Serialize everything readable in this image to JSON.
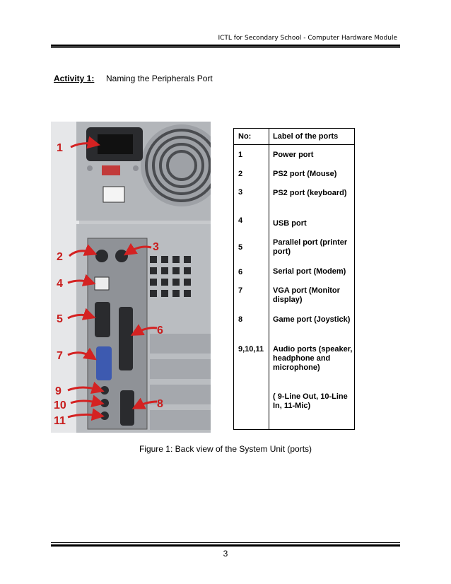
{
  "header": {
    "text": "ICTL for Secondary School -  Computer Hardware Module"
  },
  "activity": {
    "label": "Activity 1:",
    "title": "Naming  the Peripherals Port"
  },
  "table": {
    "col_no": "No:",
    "col_label": "Label of the ports",
    "rows": [
      {
        "no": "1",
        "label": "Power port"
      },
      {
        "no": "2",
        "label": "PS2 port (Mouse)"
      },
      {
        "no": "3",
        "label": " PS2 port (keyboard)"
      },
      {
        "no": "4",
        "label": " USB port"
      },
      {
        "no": "5",
        "label": "Parallel port (printer port)"
      },
      {
        "no": "6",
        "label": "Serial port (Modem)"
      },
      {
        "no": "7",
        "label": "VGA port (Monitor display)"
      },
      {
        "no": "8",
        "label": "Game port (Joystick)"
      },
      {
        "no": "9,10,11",
        "label": "Audio  ports (speaker, headphone and microphone)"
      }
    ],
    "note": " ( 9-Line Out, 10-Line In, 11-Mic)"
  },
  "photo": {
    "numbers": [
      "1",
      "2",
      "3",
      "4",
      "5",
      "6",
      "7",
      "8",
      "9",
      "10",
      "11"
    ],
    "colors": {
      "arrow": "#d42222",
      "number": "#c81e1e",
      "panel": "#b9bcc0",
      "dark": "#2a2b2e"
    }
  },
  "caption": "Figure 1: Back view of the System Unit (ports)",
  "footer": {
    "page": "3"
  }
}
